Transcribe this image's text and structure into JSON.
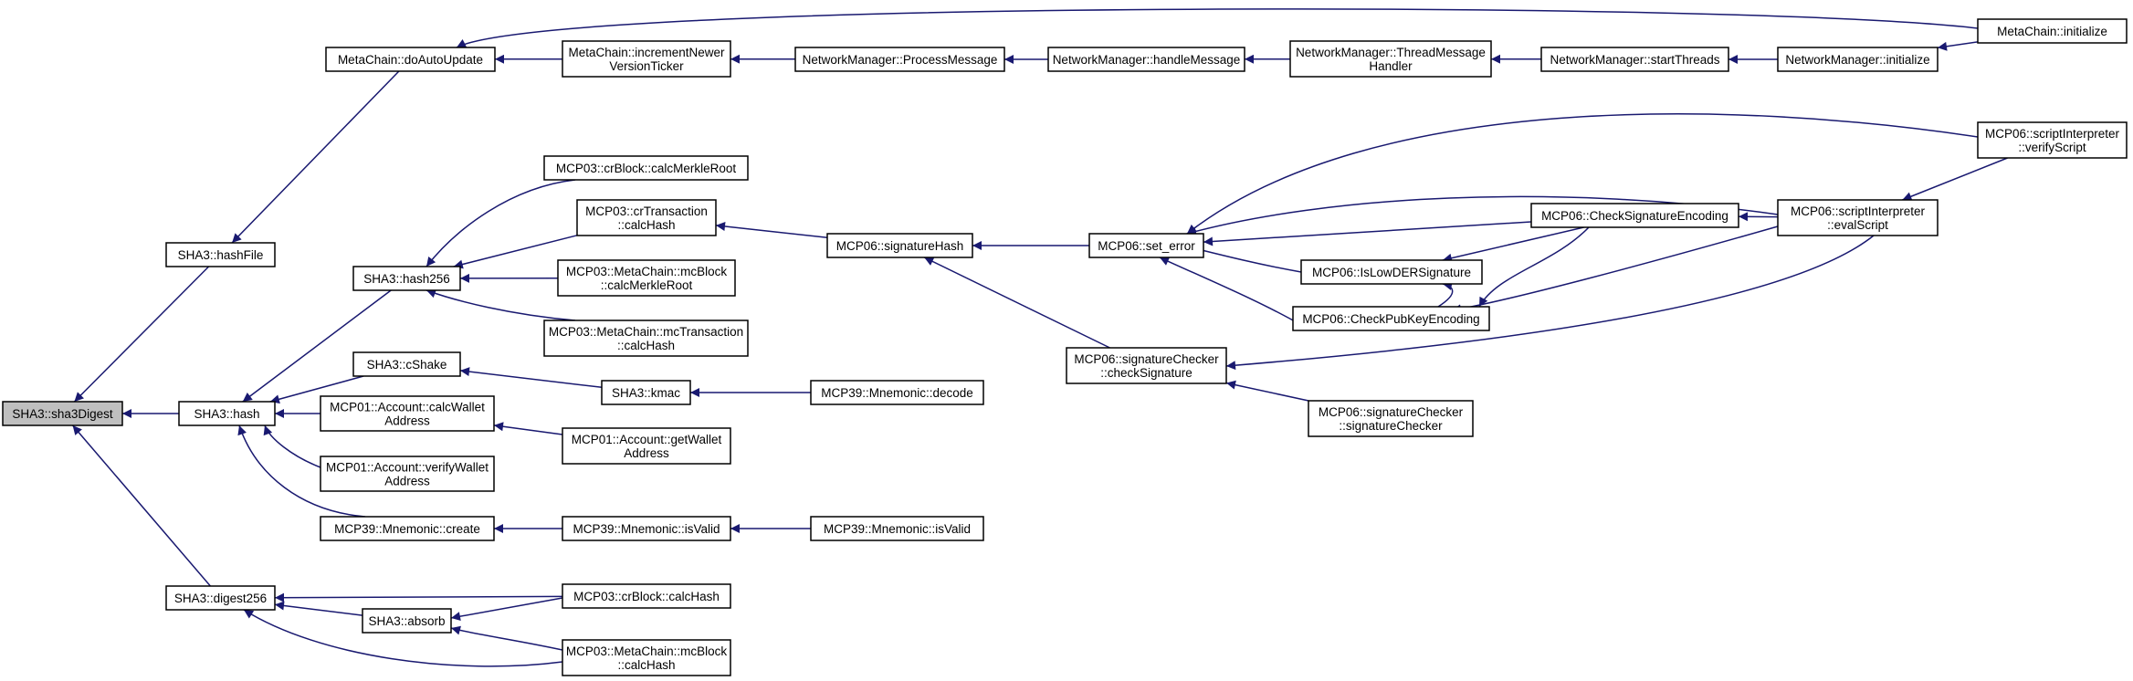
{
  "graph": {
    "type": "call-graph",
    "nodes": [
      {
        "id": "sha3digest",
        "lines": [
          "SHA3::sha3Digest"
        ]
      },
      {
        "id": "hashfile",
        "lines": [
          "SHA3::hashFile"
        ]
      },
      {
        "id": "hash",
        "lines": [
          "SHA3::hash"
        ]
      },
      {
        "id": "digest256",
        "lines": [
          "SHA3::digest256"
        ]
      },
      {
        "id": "doautoupdate",
        "lines": [
          "MetaChain::doAutoUpdate"
        ]
      },
      {
        "id": "hash256",
        "lines": [
          "SHA3::hash256"
        ]
      },
      {
        "id": "cshake",
        "lines": [
          "SHA3::cShake"
        ]
      },
      {
        "id": "calcwallet",
        "lines": [
          "MCP01::Account::calcWallet",
          "Address"
        ]
      },
      {
        "id": "verifywallet",
        "lines": [
          "MCP01::Account::verifyWallet",
          "Address"
        ]
      },
      {
        "id": "mncreate",
        "lines": [
          "MCP39::Mnemonic::create"
        ]
      },
      {
        "id": "absorb",
        "lines": [
          "SHA3::absorb"
        ]
      },
      {
        "id": "increment",
        "lines": [
          "MetaChain::incrementNewer",
          "VersionTicker"
        ]
      },
      {
        "id": "crblockmerkle",
        "lines": [
          "MCP03::crBlock::calcMerkleRoot"
        ]
      },
      {
        "id": "crtxcalchash",
        "lines": [
          "MCP03::crTransaction",
          "::calcHash"
        ]
      },
      {
        "id": "mcblockmerkle",
        "lines": [
          "MCP03::MetaChain::mcBlock",
          "::calcMerkleRoot"
        ]
      },
      {
        "id": "mctxcalchash",
        "lines": [
          "MCP03::MetaChain::mcTransaction",
          "::calcHash"
        ]
      },
      {
        "id": "kmac",
        "lines": [
          "SHA3::kmac"
        ]
      },
      {
        "id": "getwallet",
        "lines": [
          "MCP01::Account::getWallet",
          "Address"
        ]
      },
      {
        "id": "isvalid1",
        "lines": [
          "MCP39::Mnemonic::isValid"
        ]
      },
      {
        "id": "crblockcalchash",
        "lines": [
          "MCP03::crBlock::calcHash"
        ]
      },
      {
        "id": "mcblockcalchash",
        "lines": [
          "MCP03::MetaChain::mcBlock",
          "::calcHash"
        ]
      },
      {
        "id": "processmessage",
        "lines": [
          "NetworkManager::ProcessMessage"
        ]
      },
      {
        "id": "sighash",
        "lines": [
          "MCP06::signatureHash"
        ]
      },
      {
        "id": "decode",
        "lines": [
          "MCP39::Mnemonic::decode"
        ]
      },
      {
        "id": "isvalid2",
        "lines": [
          "MCP39::Mnemonic::isValid"
        ]
      },
      {
        "id": "handlemessage",
        "lines": [
          "NetworkManager::handleMessage"
        ]
      },
      {
        "id": "seterror",
        "lines": [
          "MCP06::set_error"
        ]
      },
      {
        "id": "checksignature",
        "lines": [
          "MCP06::signatureChecker",
          "::checkSignature"
        ]
      },
      {
        "id": "threadmessage",
        "lines": [
          "NetworkManager::ThreadMessage",
          "Handler"
        ]
      },
      {
        "id": "checksigenc",
        "lines": [
          "MCP06::CheckSignatureEncoding"
        ]
      },
      {
        "id": "islowder",
        "lines": [
          "MCP06::IsLowDERSignature"
        ]
      },
      {
        "id": "checkpubkey",
        "lines": [
          "MCP06::CheckPubKeyEncoding"
        ]
      },
      {
        "id": "sigchecker",
        "lines": [
          "MCP06::signatureChecker",
          "::signatureChecker"
        ]
      },
      {
        "id": "startthreads",
        "lines": [
          "NetworkManager::startThreads"
        ]
      },
      {
        "id": "nminit",
        "lines": [
          "NetworkManager::initialize"
        ]
      },
      {
        "id": "mcinit",
        "lines": [
          "MetaChain::initialize"
        ]
      },
      {
        "id": "verifyscript",
        "lines": [
          "MCP06::scriptInterpreter",
          "::verifyScript"
        ]
      },
      {
        "id": "evalscript",
        "lines": [
          "MCP06::scriptInterpreter",
          "::evalScript"
        ]
      }
    ],
    "edges": [
      [
        "hashfile",
        "sha3digest"
      ],
      [
        "hash",
        "sha3digest"
      ],
      [
        "digest256",
        "sha3digest"
      ],
      [
        "doautoupdate",
        "hashfile"
      ],
      [
        "hash256",
        "hash"
      ],
      [
        "cshake",
        "hash"
      ],
      [
        "calcwallet",
        "hash"
      ],
      [
        "verifywallet",
        "hash"
      ],
      [
        "mncreate",
        "hash"
      ],
      [
        "absorb",
        "digest256"
      ],
      [
        "crblockcalchash",
        "digest256"
      ],
      [
        "mcblockcalchash",
        "digest256"
      ],
      [
        "increment",
        "doautoupdate"
      ],
      [
        "mcinit",
        "doautoupdate"
      ],
      [
        "crblockmerkle",
        "hash256"
      ],
      [
        "crtxcalchash",
        "hash256"
      ],
      [
        "mcblockmerkle",
        "hash256"
      ],
      [
        "mctxcalchash",
        "hash256"
      ],
      [
        "kmac",
        "cshake"
      ],
      [
        "getwallet",
        "calcwallet"
      ],
      [
        "isvalid1",
        "mncreate"
      ],
      [
        "crblockcalchash",
        "absorb"
      ],
      [
        "mcblockcalchash",
        "absorb"
      ],
      [
        "processmessage",
        "increment"
      ],
      [
        "sighash",
        "crtxcalchash"
      ],
      [
        "decode",
        "kmac"
      ],
      [
        "isvalid2",
        "isvalid1"
      ],
      [
        "handlemessage",
        "processmessage"
      ],
      [
        "seterror",
        "sighash"
      ],
      [
        "checksignature",
        "sighash"
      ],
      [
        "threadmessage",
        "handlemessage"
      ],
      [
        "checksigenc",
        "seterror"
      ],
      [
        "islowder",
        "seterror"
      ],
      [
        "checkpubkey",
        "seterror"
      ],
      [
        "verifyscript",
        "seterror"
      ],
      [
        "evalscript",
        "seterror"
      ],
      [
        "evalscript",
        "checksignature"
      ],
      [
        "sigchecker",
        "checksignature"
      ],
      [
        "startthreads",
        "threadmessage"
      ],
      [
        "nminit",
        "startthreads"
      ],
      [
        "mcinit",
        "nminit"
      ],
      [
        "evalscript",
        "checksigenc"
      ],
      [
        "checksigenc",
        "islowder"
      ],
      [
        "checkpubkey",
        "islowder"
      ],
      [
        "checksigenc",
        "checkpubkey"
      ],
      [
        "evalscript",
        "checkpubkey"
      ],
      [
        "verifyscript",
        "evalscript"
      ]
    ]
  }
}
